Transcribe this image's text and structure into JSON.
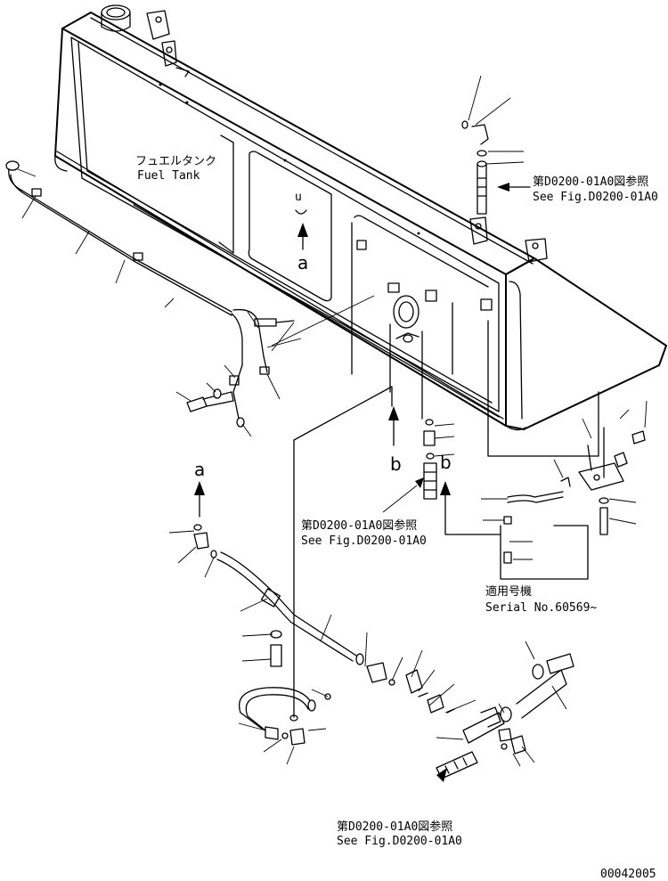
{
  "labels": {
    "fuel_tank_jp": "フュエルタンク",
    "fuel_tank_en": "Fuel Tank",
    "ref1_jp": "第D0200-01A0図参照",
    "ref1_en": "See Fig.D0200-01A0",
    "ref2_jp": "第D0200-01A0図参照",
    "ref2_en": "See Fig.D0200-01A0",
    "ref3_jp": "第D0200-01A0図参照",
    "ref3_en": "See Fig.D0200-01A0",
    "serial_jp": "適用号機",
    "serial_en": "Serial No.60569~",
    "marker_a_tank": "a",
    "marker_a_lower": "a",
    "marker_b_left": "b",
    "marker_b_right": "b",
    "drawing_no": "00042005"
  }
}
